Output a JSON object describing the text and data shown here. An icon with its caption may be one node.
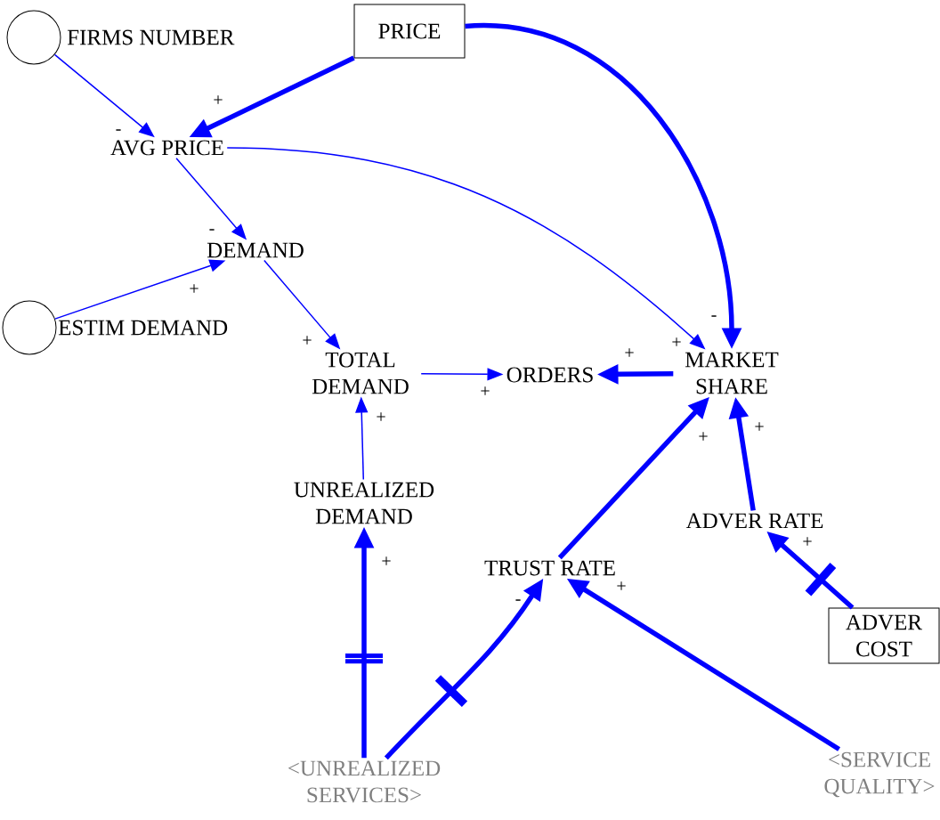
{
  "diagram": {
    "nodes": [
      {
        "text": [],
        "shape": "circle",
        "beside": [
          "FIRMS NUMBER"
        ]
      },
      {
        "text": [
          "PRICE"
        ]
      },
      {
        "text": [
          "AVG PRICE"
        ]
      },
      {
        "text": [
          "DEMAND"
        ]
      },
      {
        "text": [],
        "shape": "circle",
        "beside": [
          "ESTIM DEMAND"
        ]
      },
      {
        "text": [
          "TOTAL DEMAND"
        ]
      },
      {
        "text": [
          "ORDERS"
        ]
      },
      {
        "text": [
          "MARKET SHARE"
        ]
      },
      {
        "text": [
          "UNREALIZED DEMAND"
        ]
      },
      {
        "text": [
          "TRUST RATE"
        ]
      },
      {
        "text": [
          "ADVER RATE"
        ]
      },
      {
        "text": [
          "ADVER COST"
        ]
      },
      {
        "text": [
          "<UNREALIZED SERVICES>"
        ]
      },
      {
        "text": [
          "<SERVICE QUALITY>"
        ]
      }
    ],
    "edges": [
      {
        "from": 0,
        "to": 2,
        "arrow": "to",
        "label": "-"
      },
      {
        "from": 1,
        "to": 2,
        "arrow": "to",
        "label": "+"
      },
      {
        "from": 1,
        "to": 7,
        "arrow": "to",
        "label": "-"
      },
      {
        "from": 2,
        "to": 3,
        "arrow": "to",
        "label": "-"
      },
      {
        "from": 2,
        "to": 7,
        "arrow": "to",
        "label": "+"
      },
      {
        "from": 4,
        "to": 3,
        "arrow": "to",
        "label": "+"
      },
      {
        "from": 3,
        "to": 5,
        "arrow": "to",
        "label": "+"
      },
      {
        "from": 5,
        "to": 6,
        "arrow": "to",
        "label": "+"
      },
      {
        "from": 7,
        "to": 6,
        "arrow": "to",
        "label": "+"
      },
      {
        "from": 8,
        "to": 5,
        "arrow": "to",
        "label": "+"
      },
      {
        "from": 12,
        "to": 8,
        "arrow": "to",
        "label": "+"
      },
      {
        "from": 12,
        "to": 9,
        "arrow": "to",
        "label": "-"
      },
      {
        "from": 13,
        "to": 9,
        "arrow": "to",
        "label": "+"
      },
      {
        "from": 9,
        "to": 7,
        "arrow": "to",
        "label": "+"
      },
      {
        "from": 10,
        "to": 7,
        "arrow": "to",
        "label": "+"
      },
      {
        "from": 11,
        "to": 10,
        "arrow": "to",
        "label": "+"
      }
    ]
  }
}
